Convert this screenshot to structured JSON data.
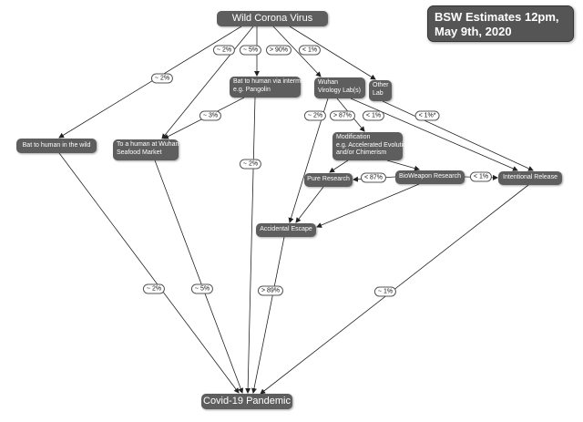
{
  "title": {
    "line1": "BSW Estimates 12pm,",
    "line2": "May 9th, 2020"
  },
  "nodes": {
    "wild_corona": "Wild Corona Virus",
    "bat_wild": "Bat to human in the wild",
    "bat_intermediate": [
      "Bat to human via intermediate",
      "e.g. Pangolin"
    ],
    "wuhan_lab": [
      "Wuhan",
      "Virology Lab(s)"
    ],
    "other_lab": [
      "Other",
      "Lab"
    ],
    "seafood_market": [
      "To a human at Wuhan",
      "Seafood Market"
    ],
    "modification": [
      "Modification",
      "e.g. Accelerated Evolution",
      "and/or Chimerism"
    ],
    "pure_research": "Pure Research",
    "bioweapon": "BioWeapon Research",
    "intentional": "Intentional Release",
    "accidental": "Accidental Escape",
    "pandemic": "Covid-19 Pandemic"
  },
  "edge_labels": {
    "wild_to_batwild": "~ 2%",
    "wild_to_seafood": "~ 2%",
    "wild_to_intermediate": "~ 5%",
    "wild_to_wuhanlab": "> 90%",
    "wild_to_otherlab": "< 1%",
    "intermediate_to_seafood": "~ 3%",
    "intermediate_to_pandemic": "~ 2%",
    "wuhanlab_to_accidental": "~ 2%",
    "wuhanlab_to_modification": "> 87%",
    "wuhanlab_to_intentional": "< 1%",
    "otherlab_to_intentional": "< 1%*",
    "bioweapon_to_pure": "< 87%",
    "bioweapon_to_intentional": "< 1%",
    "batwild_to_pandemic": "~ 2%",
    "seafood_to_pandemic": "~ 5%",
    "accidental_to_pandemic": "> 89%",
    "intentional_to_pandemic": "~ 1%"
  },
  "colors": {
    "node_fill": "#5e5e5e",
    "node_text": "#ffffff",
    "edge": "#222222",
    "title_fill": "#555555"
  }
}
